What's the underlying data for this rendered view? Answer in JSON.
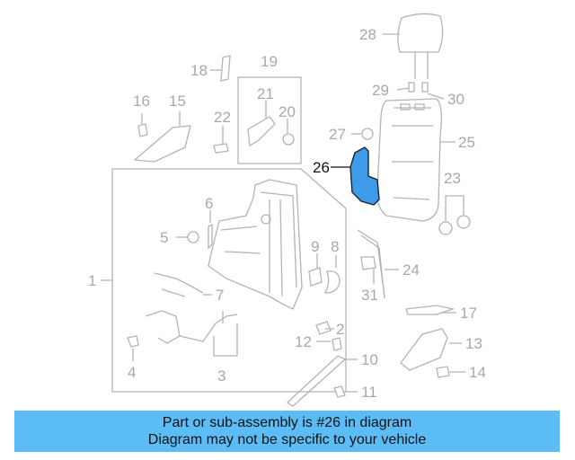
{
  "callouts": {
    "c1": "1",
    "c2": "2",
    "c3": "3",
    "c4": "4",
    "c5": "5",
    "c6": "6",
    "c7": "7",
    "c8": "8",
    "c9": "9",
    "c10": "10",
    "c11": "11",
    "c12": "12",
    "c13": "13",
    "c14": "14",
    "c15": "15",
    "c16": "16",
    "c17": "17",
    "c18": "18",
    "c19": "19",
    "c20": "20",
    "c21": "21",
    "c22": "22",
    "c23": "23",
    "c24": "24",
    "c25": "25",
    "c26": "26",
    "c27": "27",
    "c28": "28",
    "c29": "29",
    "c30": "30",
    "c31": "31"
  },
  "banner": {
    "line1": "Part or sub-assembly is #26 in diagram",
    "line2": "Diagram may not be specific to your vehicle"
  },
  "colors": {
    "banner_bg": "#5bbcf6",
    "highlight_part": "#3d9be9",
    "line_gray": "#b4b4b4"
  }
}
